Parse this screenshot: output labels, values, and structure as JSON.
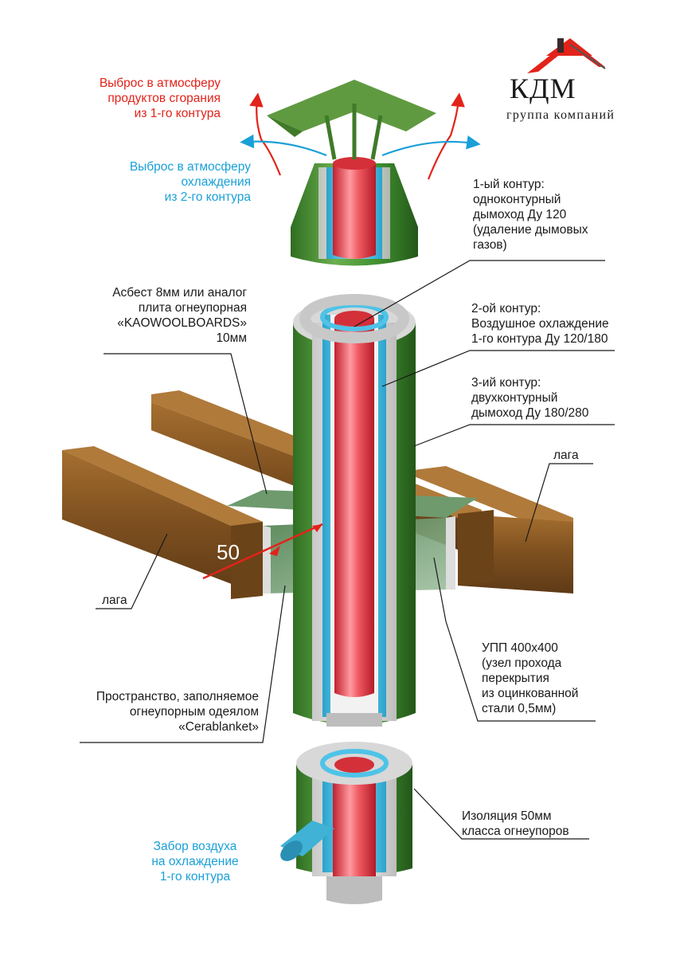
{
  "logo": {
    "name": "КДМ",
    "subtitle": "группа компаний"
  },
  "labels": {
    "top_red": "Выброс в атмосферу\nпродуктов сгорания\nиз 1-го контура",
    "top_blue": "Выброс в атмосферу\nохлаждения\nиз 2-го контура",
    "contour1": "1-ый контур:\nодноконтурный\nдымоход Ду 120\n(удаление дымовых\nгазов)",
    "asbest": "Асбест 8мм или аналог\nплита огнеупорная\n«KAOWOOLBOARDS»\n10мм",
    "contour2": "2-ой контур:\nВоздушное охлаждение\n1-го контура Ду 120/180",
    "contour3": "3-ий контур:\nдвухконтурный\nдымоход Ду 180/280",
    "laga_right": "лага",
    "laga_left": "лага",
    "dimension": "50",
    "upp": "УПП 400х400\n(узел прохода\nперекрытия\nиз оцинкованной\nстали 0,5мм)",
    "space": "Пространство, заполняемое\nогнеупорным одеялом\n«Cerablanket»",
    "insulation": "Изоляция 50мм\nкласса огнеупоров",
    "air_intake": "Забор воздуха\nна охлаждение\n1-го контура"
  },
  "colors": {
    "outer_green": "#3e8f2e",
    "insulation": "#d9d9d9",
    "cooling_blue": "#4fc3e8",
    "flue_red": "#e8404a",
    "wood": "#8a5a26",
    "accent_red": "#e2231a",
    "accent_blue": "#1aa0d8"
  }
}
